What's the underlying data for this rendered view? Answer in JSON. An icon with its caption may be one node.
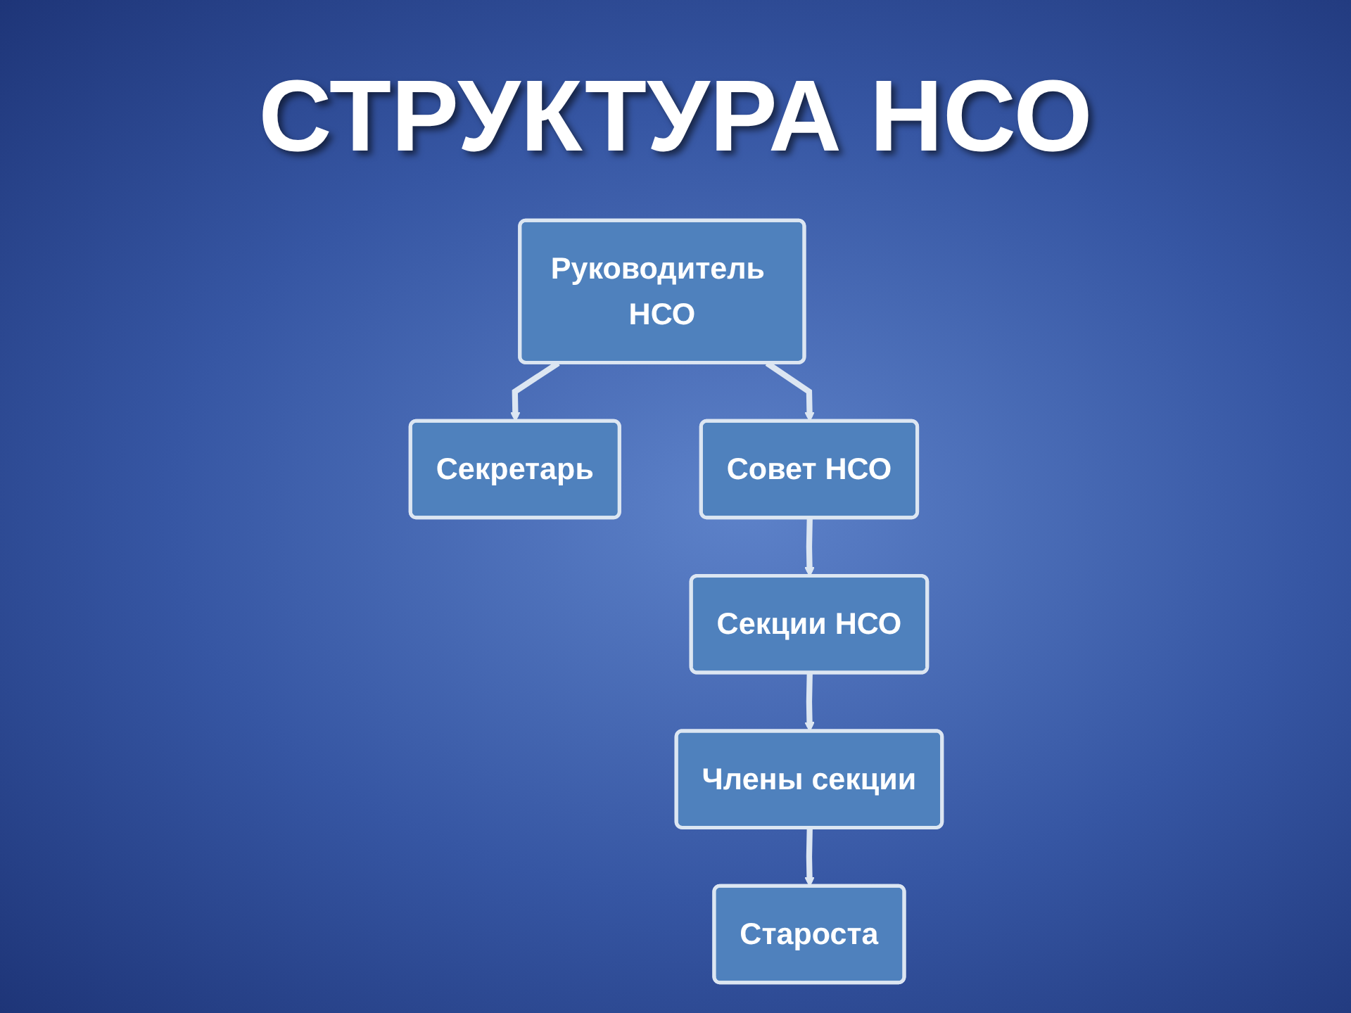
{
  "diagram": {
    "title": "СТРУКТУРА НСО",
    "nodes": [
      {
        "text": [
          "Руководитель НСО"
        ]
      },
      {
        "text": [
          "Секретарь"
        ]
      },
      {
        "text": [
          "Совет НСО"
        ]
      },
      {
        "text": [
          "Секции НСО"
        ]
      },
      {
        "text": [
          "Члены секции"
        ]
      },
      {
        "text": [
          "Староста"
        ]
      }
    ],
    "edges": [
      {
        "from": 0,
        "to": 1,
        "arrow": "to"
      },
      {
        "from": 0,
        "to": 2,
        "arrow": "to"
      },
      {
        "from": 2,
        "to": 3,
        "arrow": "to"
      },
      {
        "from": 3,
        "to": 4,
        "arrow": "to"
      },
      {
        "from": 4,
        "to": 5,
        "arrow": "to"
      }
    ]
  }
}
